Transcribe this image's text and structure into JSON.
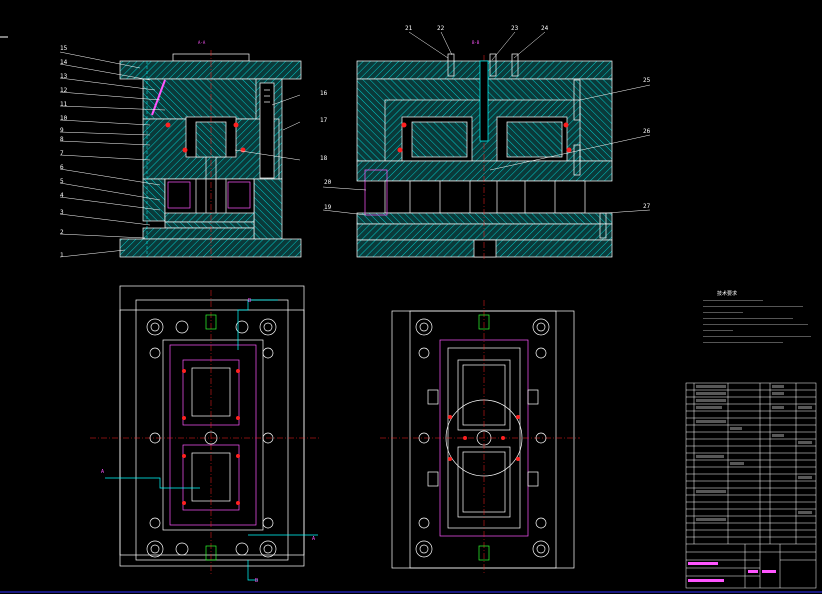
{
  "drawing": {
    "left_view_callouts": [
      "15",
      "14",
      "13",
      "12",
      "11",
      "10",
      "9",
      "8",
      "7",
      "6",
      "5",
      "4",
      "3",
      "2",
      "1"
    ],
    "left_view_right_callouts": [
      "16",
      "17",
      "18"
    ],
    "right_view_top_callouts": [
      "21",
      "22",
      "23",
      "24"
    ],
    "right_view_right_callouts": [
      "25",
      "26",
      "27"
    ],
    "right_view_left_callouts": [
      "20",
      "19"
    ],
    "section_title_left": "A-A",
    "section_title_right": "B-B",
    "plan_marks": {
      "a1": "A",
      "a2": "A",
      "b1": "B",
      "b2": "B"
    },
    "tech_notes_title": "技术要求"
  },
  "colors": {
    "background": "#000000",
    "outline": "#ffffff",
    "hatch": "#00c8c8",
    "center_line": "#ff2020",
    "section_line": "#00ffff",
    "bolt": "#ff2020",
    "accent": "#ff55ff",
    "callout": "#ffff00"
  }
}
